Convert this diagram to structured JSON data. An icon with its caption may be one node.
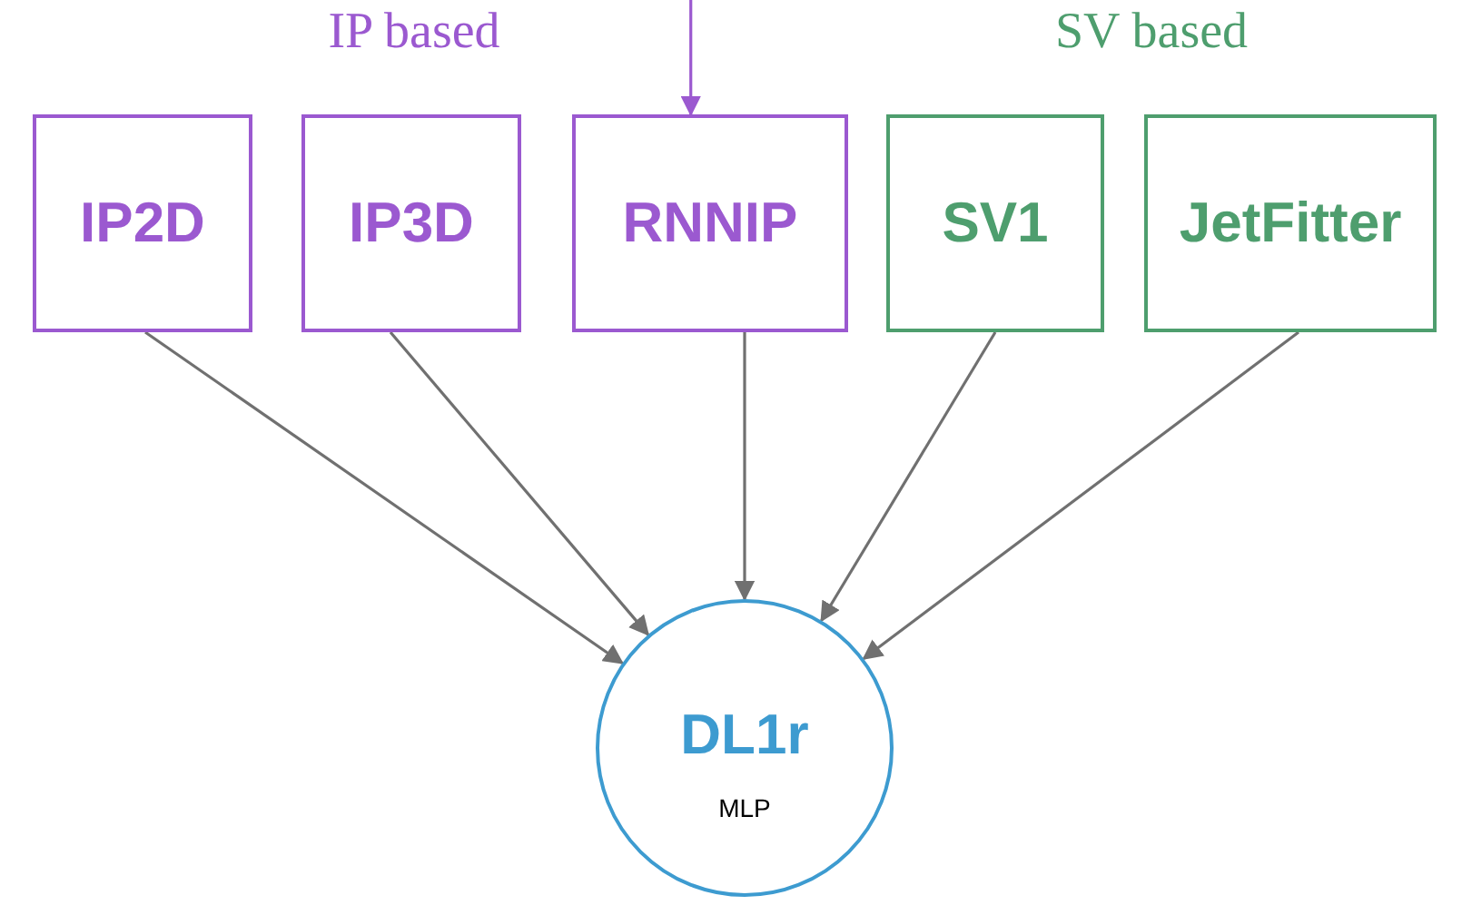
{
  "diagram": {
    "nodes": [
      {
        "text": [
          "IP2D"
        ]
      },
      {
        "text": [
          "IP3D"
        ]
      },
      {
        "text": [
          "RNNIP"
        ]
      },
      {
        "text": [
          "SV1"
        ]
      },
      {
        "text": [
          "JetFitter"
        ]
      },
      {
        "text": [
          "DL1r",
          "MLP"
        ]
      }
    ],
    "edges": [
      {
        "from": null,
        "to": 2,
        "arrow": "to",
        "color": "#9b59d0"
      },
      {
        "from": 0,
        "to": 5,
        "arrow": "to"
      },
      {
        "from": 1,
        "to": 5,
        "arrow": "to"
      },
      {
        "from": 2,
        "to": 5,
        "arrow": "to"
      },
      {
        "from": 3,
        "to": 5,
        "arrow": "to"
      },
      {
        "from": 4,
        "to": 5,
        "arrow": "to"
      }
    ],
    "labels": [
      "IP based",
      "SV based"
    ]
  }
}
